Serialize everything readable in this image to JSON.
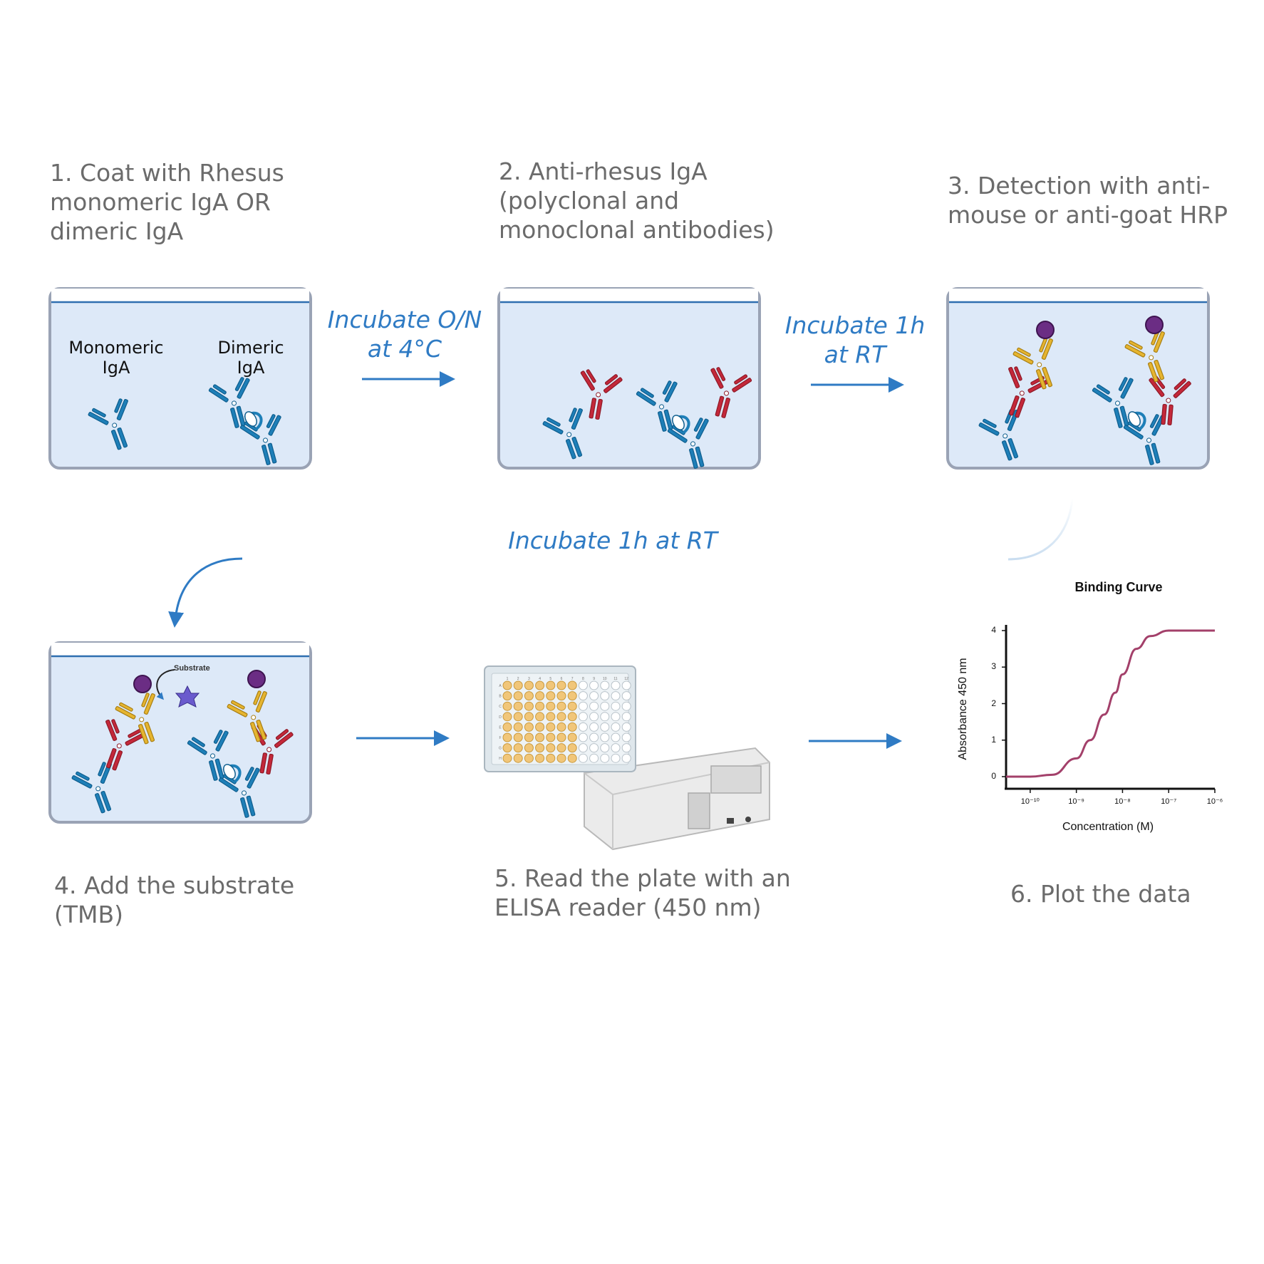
{
  "steps": [
    {
      "title": "1.  Coat with Rhesus\n      monomeric IgA OR\n      dimeric IgA"
    },
    {
      "title": "2. Anti-rhesus IgA\n(polyclonal and\nmonoclonal antibodies)"
    },
    {
      "title": "3. Detection with anti-\nmouse or anti-goat HRP"
    },
    {
      "title": "4. Add the substrate\n(TMB)"
    },
    {
      "title": "5. Read the plate with an\n   ELISA reader (450 nm)"
    },
    {
      "title": "6. Plot the data"
    }
  ],
  "incubations": [
    {
      "label": "Incubate O/N\nat 4°C"
    },
    {
      "label": "Incubate 1h\nat RT"
    },
    {
      "label": "Incubate 1h at RT"
    }
  ],
  "well1": {
    "monomeric_label": "Monomeric\nIgA",
    "dimeric_label": "Dimeric\nIgA"
  },
  "well4": {
    "substrate_label": "Substrate"
  },
  "plate": {
    "columns": [
      "1",
      "2",
      "3",
      "4",
      "5",
      "6",
      "7",
      "8",
      "9",
      "10",
      "11",
      "12"
    ],
    "rows": [
      "A",
      "B",
      "C",
      "D",
      "E",
      "F",
      "G",
      "H"
    ],
    "filled_columns": 7
  },
  "colors": {
    "igA_blue": "#1e7fb8",
    "anti_red": "#c4283a",
    "hrp_yellow": "#e6b530",
    "hrp_bead": "#6b2d84",
    "arrow_blue": "#2f7bc4",
    "well_fill": "#dde9f8",
    "well_border": "#9aa3b5",
    "curve": "#a3406a",
    "plate_yellow": "#f1c679"
  },
  "chart_data": {
    "type": "line",
    "title": "Binding Curve",
    "xlabel": "Concentration (M)",
    "ylabel": "Absorbance 450 nm",
    "x_scale": "log",
    "x_ticks": [
      "10⁻¹⁰",
      "10⁻⁹",
      "10⁻⁸",
      "10⁻⁷",
      "10⁻⁶"
    ],
    "x_tick_values": [
      1e-10,
      1e-09,
      1e-08,
      1e-07,
      1e-06
    ],
    "y_ticks": [
      "0",
      "1",
      "2",
      "3",
      "4"
    ],
    "ylim": [
      0,
      4
    ],
    "xlim": [
      3e-11,
      1e-06
    ],
    "series": [
      {
        "x": [
          3e-11,
          1e-10,
          3e-10,
          1e-09,
          2e-09,
          4e-09,
          7e-09,
          1e-08,
          2e-08,
          4e-08,
          1e-07,
          3e-07,
          1e-06
        ],
        "y": [
          0,
          0,
          0.05,
          0.5,
          1.0,
          1.7,
          2.3,
          2.8,
          3.5,
          3.85,
          4.0,
          4.0,
          4.0
        ]
      }
    ],
    "grid": false
  }
}
